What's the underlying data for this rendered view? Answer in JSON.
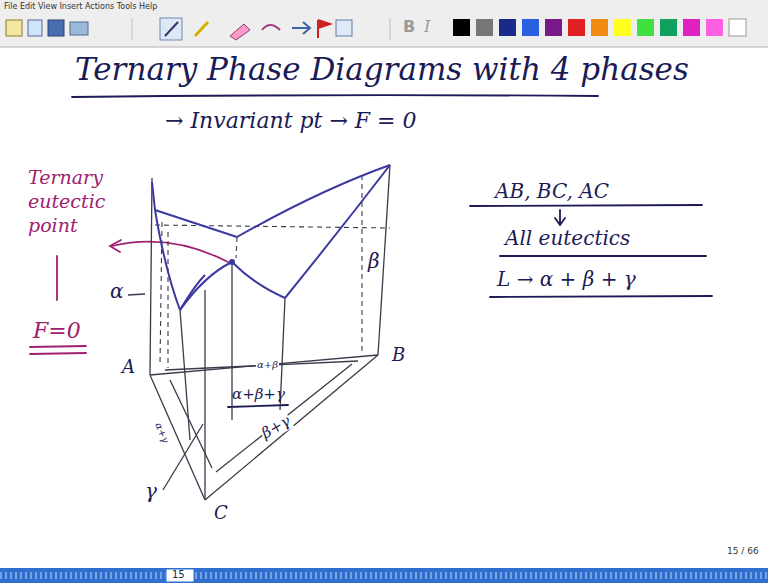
{
  "diagram": {
    "title": "Ternary Phase Diagrams with 4 phases",
    "labels": [
      "File Edit View Insert Actions Tools Help",
      "B",
      "I",
      "→ Invariant pt → F = 0",
      "AB, BC, AC",
      "All eutectics",
      "L → α + β + γ",
      "Ternary eutectic point",
      "F=0",
      "α",
      "β",
      "A",
      "B",
      "C",
      "γ",
      "α+β",
      "α+γ",
      "α+β+γ",
      "β+γ",
      "15 / 66",
      "15"
    ]
  }
}
